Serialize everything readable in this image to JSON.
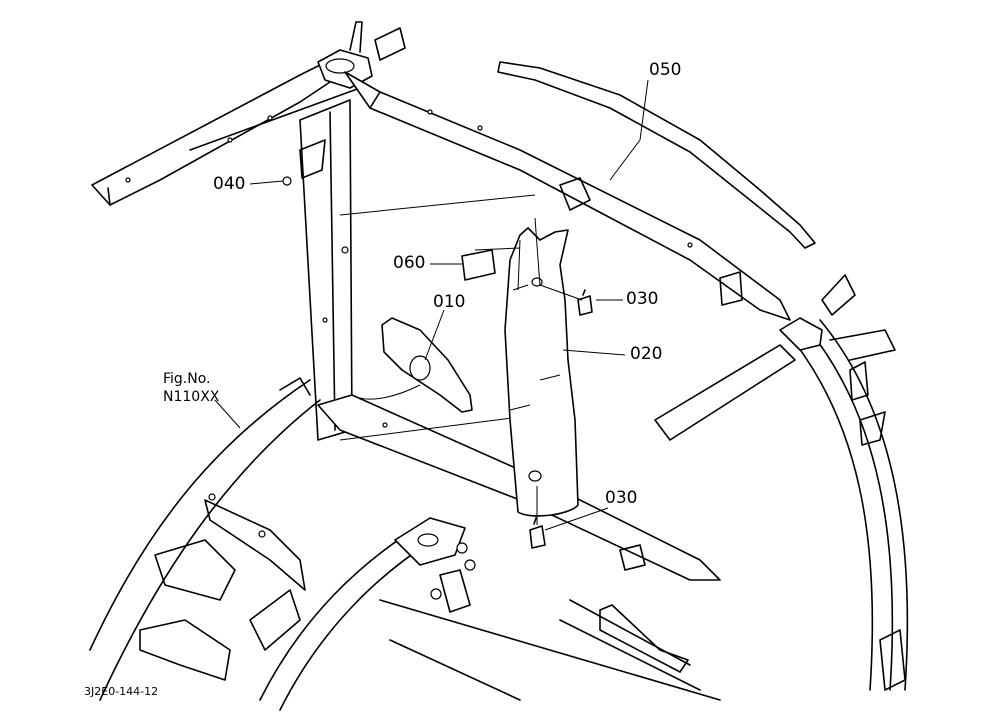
{
  "callouts": {
    "c050": "050",
    "c040": "040",
    "c060": "060",
    "c010": "010",
    "c030a": "030",
    "c020": "020",
    "c030b": "030"
  },
  "figure": {
    "fig_label": "Fig.No.",
    "fig_number": "N110XX",
    "drawing_code": "3J2E0-144-12"
  }
}
